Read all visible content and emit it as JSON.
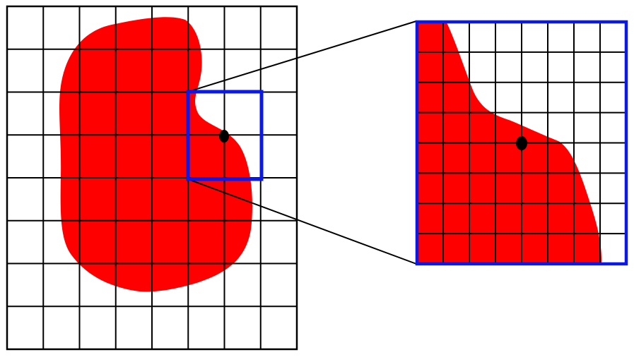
{
  "diagram": {
    "left_grid": {
      "rows": 8,
      "cols": 8
    },
    "zoom_grid": {
      "rows": 8,
      "cols": 8
    },
    "colors": {
      "region_fill": "#ff0000",
      "grid_line": "#000000",
      "zoom_frame": "#0a18e8",
      "point": "#000000",
      "background": "#ffffff"
    }
  }
}
